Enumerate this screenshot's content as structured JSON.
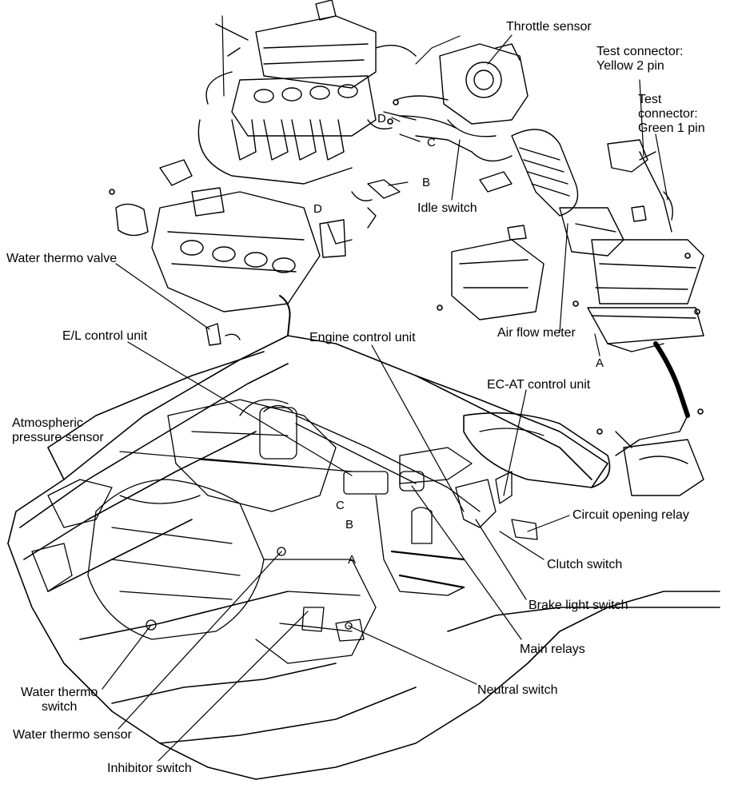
{
  "labels": {
    "throttle_sensor": "Throttle sensor",
    "test_connector_yellow": "Test connector:\nYellow 2 pin",
    "test_connector_green": "Test\nconnector:\nGreen 1 pin",
    "idle_switch": "Idle switch",
    "water_thermo_valve": "Water thermo valve",
    "el_control_unit": "E/L control unit",
    "engine_control_unit": "Engine control unit",
    "air_flow_meter": "Air flow meter",
    "ec_at_control_unit": "EC-AT control unit",
    "atmospheric_pressure_sensor": "Atmospheric\npressure sensor",
    "circuit_opening_relay": "Circuit opening relay",
    "clutch_switch": "Clutch switch",
    "brake_light_switch": "Brake light switch",
    "main_relays": "Main relays",
    "neutral_switch": "Neutral switch",
    "water_thermo_switch": "Water thermo\nswitch",
    "water_thermo_sensor": "Water thermo sensor",
    "inhibitor_switch": "Inhibitor switch"
  },
  "letters": {
    "a_top": "A",
    "a_engine": "A",
    "b_top": "B",
    "b_engine": "B",
    "c_top": "C",
    "c_engine": "C",
    "d_top": "D",
    "d_manifold": "D"
  }
}
